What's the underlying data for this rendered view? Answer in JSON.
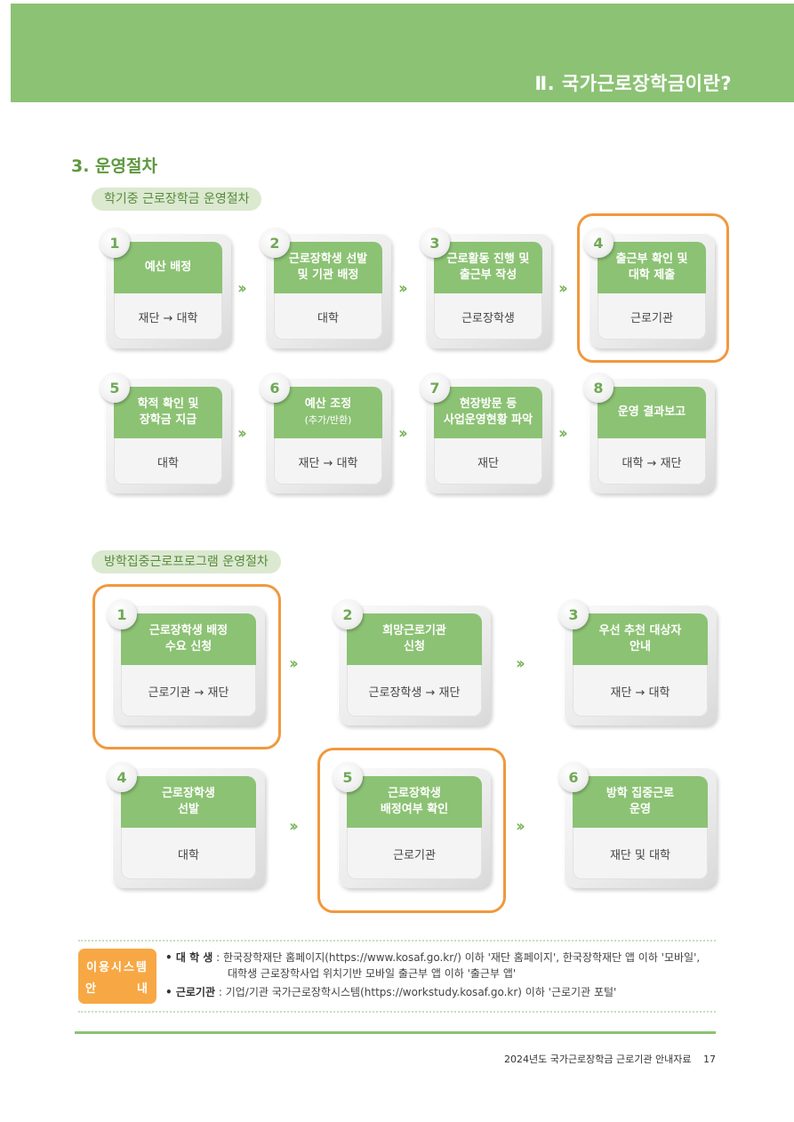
{
  "header": {
    "title": "Ⅱ. 국가근로장학금이란?"
  },
  "section_title": "3. 운영절차",
  "semester": {
    "label": "학기중 근로장학금 운영절차",
    "steps": [
      {
        "num": "1",
        "t1": "예산 배정",
        "t2": "",
        "sub": "",
        "who": "재단 → 대학"
      },
      {
        "num": "2",
        "t1": "근로장학생 선발",
        "t2": "및 기관 배정",
        "sub": "",
        "who": "대학"
      },
      {
        "num": "3",
        "t1": "근로활동 진행 및",
        "t2": "출근부 작성",
        "sub": "",
        "who": "근로장학생"
      },
      {
        "num": "4",
        "t1": "출근부 확인 및",
        "t2": "대학 제출",
        "sub": "",
        "who": "근로기관"
      },
      {
        "num": "5",
        "t1": "학적 확인 및",
        "t2": "장학금 지급",
        "sub": "",
        "who": "대학"
      },
      {
        "num": "6",
        "t1": "예산 조정",
        "t2": "",
        "sub": "(추가/반환)",
        "who": "재단 → 대학"
      },
      {
        "num": "7",
        "t1": "현장방문 등",
        "t2": "사업운영현황 파악",
        "sub": "",
        "who": "재단"
      },
      {
        "num": "8",
        "t1": "운영 결과보고",
        "t2": "",
        "sub": "",
        "who": "대학 → 재단"
      }
    ]
  },
  "vacation": {
    "label": "방학집중근로프로그램 운영절차",
    "steps": [
      {
        "num": "1",
        "t1": "근로장학생 배정",
        "t2": "수요 신청",
        "sub": "",
        "who": "근로기관 → 재단"
      },
      {
        "num": "2",
        "t1": "희망근로기관",
        "t2": "신청",
        "sub": "",
        "who": "근로장학생 → 재단"
      },
      {
        "num": "3",
        "t1": "우선 추천 대상자",
        "t2": "안내",
        "sub": "",
        "who": "재단 → 대학"
      },
      {
        "num": "4",
        "t1": "근로장학생",
        "t2": "선발",
        "sub": "",
        "who": "대학"
      },
      {
        "num": "5",
        "t1": "근로장학생",
        "t2": "배정여부 확인",
        "sub": "",
        "who": "근로기관"
      },
      {
        "num": "6",
        "t1": "방학 집중근로",
        "t2": "운영",
        "sub": "",
        "who": "재단 및 대학"
      }
    ]
  },
  "arrow": "››",
  "info": {
    "badge_line1": "이용시스템",
    "badge_line2a": "안",
    "badge_line2b": "내",
    "univ_label": "• 대 학 생",
    "univ_text1": ": 한국장학재단 홈페이지(https://www.kosaf.go.kr/) 이하 '재단 홈페이지', 한국장학재단 앱 이하 '모바일',",
    "univ_text2": "대학생 근로장학사업 위치기반 모바일 출근부 앱 이하 '출근부 앱'",
    "org_label": "• 근로기관",
    "org_text": ": 기업/기관 국가근로장학시스템(https://workstudy.kosaf.go.kr) 이하 '근로기관 포털'"
  },
  "footer": {
    "text": "2024년도 국가근로장학금 근로기관 안내자료",
    "page": "17"
  }
}
